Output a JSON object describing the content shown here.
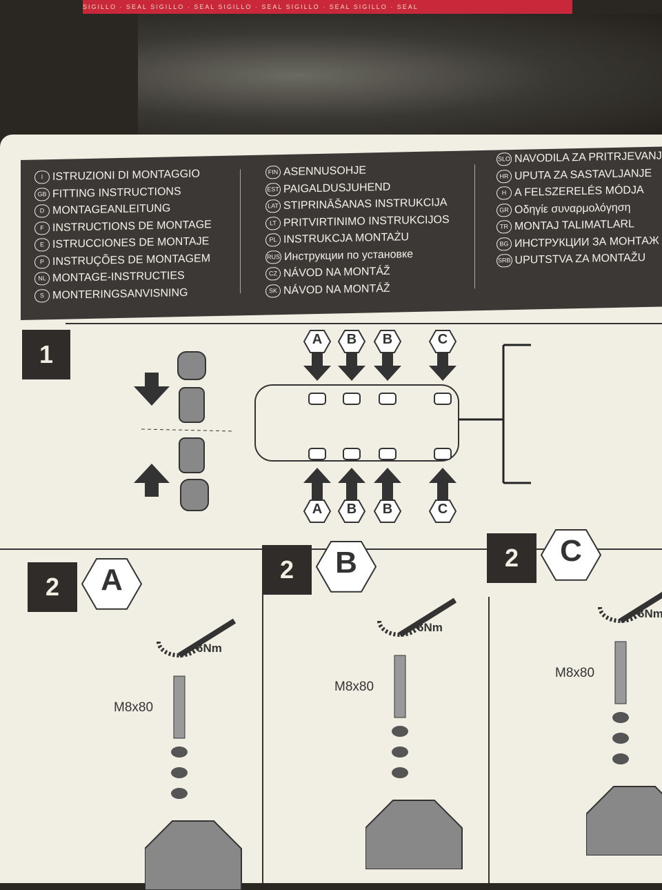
{
  "seal_text": "SIGILLO · SEAL   SIGILLO · SEAL   SIGILLO · SEAL   SIGILLO · SEAL   SIGILLO · SEAL",
  "languages": [
    [
      {
        "code": "I",
        "text": "ISTRUZIONI DI MONTAGGIO"
      },
      {
        "code": "GB",
        "text": "FITTING INSTRUCTIONS"
      },
      {
        "code": "D",
        "text": "MONTAGEANLEITUNG"
      },
      {
        "code": "F",
        "text": "INSTRUCTIONS DE MONTAGE"
      },
      {
        "code": "E",
        "text": "ISTRUCCIONES DE MONTAJE"
      },
      {
        "code": "P",
        "text": "INSTRUÇÕES DE MONTAGEM"
      },
      {
        "code": "NL",
        "text": "MONTAGE-INSTRUCTIES"
      },
      {
        "code": "S",
        "text": "MONTERINGSANVISNING"
      }
    ],
    [
      {
        "code": "FIN",
        "text": "ASENNUSOHJE"
      },
      {
        "code": "EST",
        "text": "PAIGALDUSJUHEND"
      },
      {
        "code": "LAT",
        "text": "STIPRINĀŠANAS INSTRUKCIJA"
      },
      {
        "code": "LT",
        "text": "PRITVIRTINIMO INSTRUKCIJOS"
      },
      {
        "code": "PL",
        "text": "INSTRUKCJA MONTAŻU"
      },
      {
        "code": "RUS",
        "text": "Инструкции по установке"
      },
      {
        "code": "CZ",
        "text": "NÁVOD NA MONTÁŽ"
      },
      {
        "code": "SK",
        "text": "NÁVOD NA MONTÁŽ"
      }
    ],
    [
      {
        "code": "SLO",
        "text": "NAVODILA ZA PRITRJEVANJ"
      },
      {
        "code": "HR",
        "text": "UPUTA ZA SASTAVLJANJE"
      },
      {
        "code": "H",
        "text": "A FELSZERELÉS MÓDJA"
      },
      {
        "code": "GR",
        "text": "Οδηγίε συναρμολόγηση"
      },
      {
        "code": "TR",
        "text": "MONTAJ TALIMATLARL"
      },
      {
        "code": "BG",
        "text": "ИНСТРУКЦИИ ЗА МОНТАЖ"
      },
      {
        "code": "SRB",
        "text": "UPUTSTVA ZA MONTAŽU"
      }
    ]
  ],
  "step1": {
    "number": "1",
    "top_labels": [
      "A",
      "B",
      "B",
      "C"
    ],
    "bottom_labels": [
      "A",
      "B",
      "B",
      "C"
    ]
  },
  "step2": [
    {
      "number": "2",
      "letter": "A",
      "torque": "6Nm",
      "bolt": "M8x80"
    },
    {
      "number": "2",
      "letter": "B",
      "torque": "6Nm",
      "bolt": "M8x80"
    },
    {
      "number": "2",
      "letter": "C",
      "torque": "6Nm",
      "bolt": "M8x80"
    }
  ]
}
